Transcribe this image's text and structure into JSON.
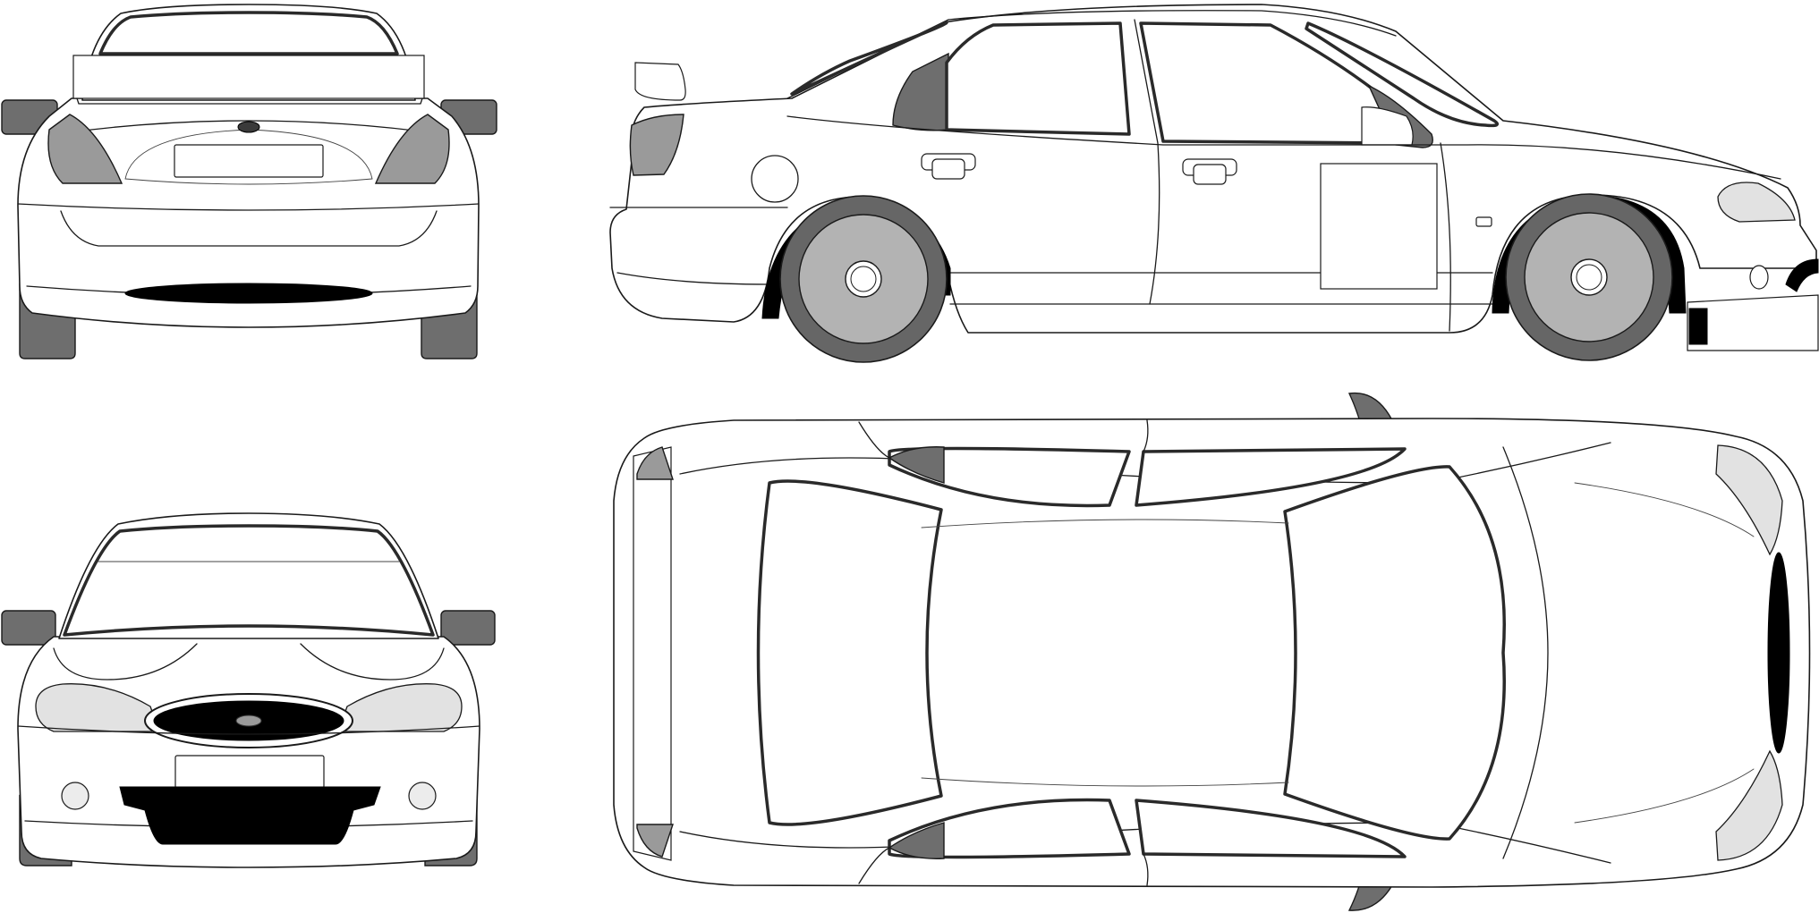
{
  "views": [
    {
      "id": "rear"
    },
    {
      "id": "side"
    },
    {
      "id": "front"
    },
    {
      "id": "top"
    }
  ],
  "colors": {
    "outline": "#1a1a1a",
    "body": "#ffffff",
    "dark_grey": "#6e6e6e",
    "mid_grey": "#9a9a9a",
    "light_grey": "#e2e2e2",
    "black": "#000000"
  }
}
